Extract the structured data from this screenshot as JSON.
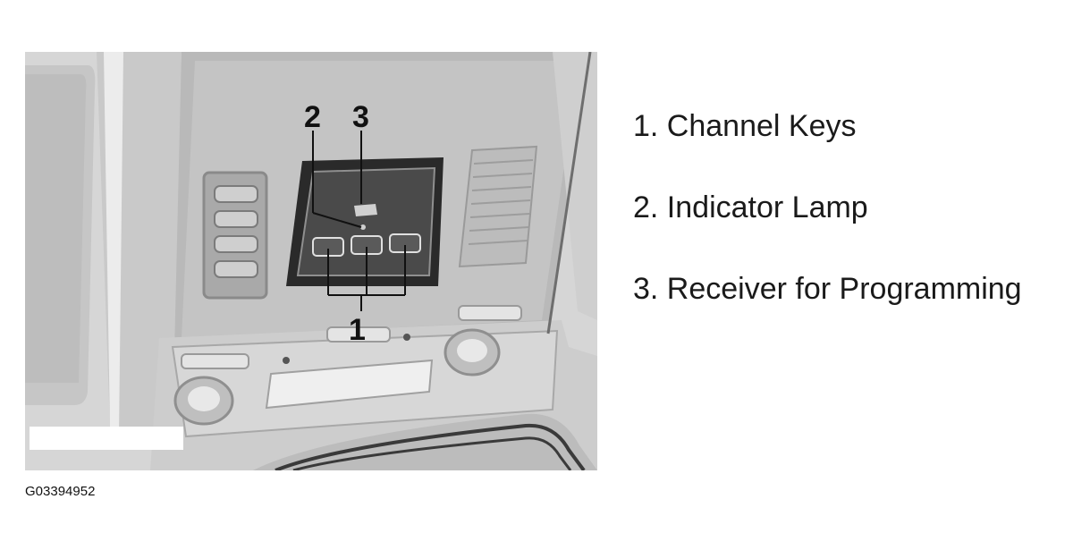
{
  "figure": {
    "callouts": [
      "2",
      "3",
      "1"
    ]
  },
  "legend": {
    "items": [
      "1. Channel Keys",
      "2. Indicator Lamp",
      "3. Receiver for Programming"
    ]
  },
  "figure_id": "G03394952"
}
